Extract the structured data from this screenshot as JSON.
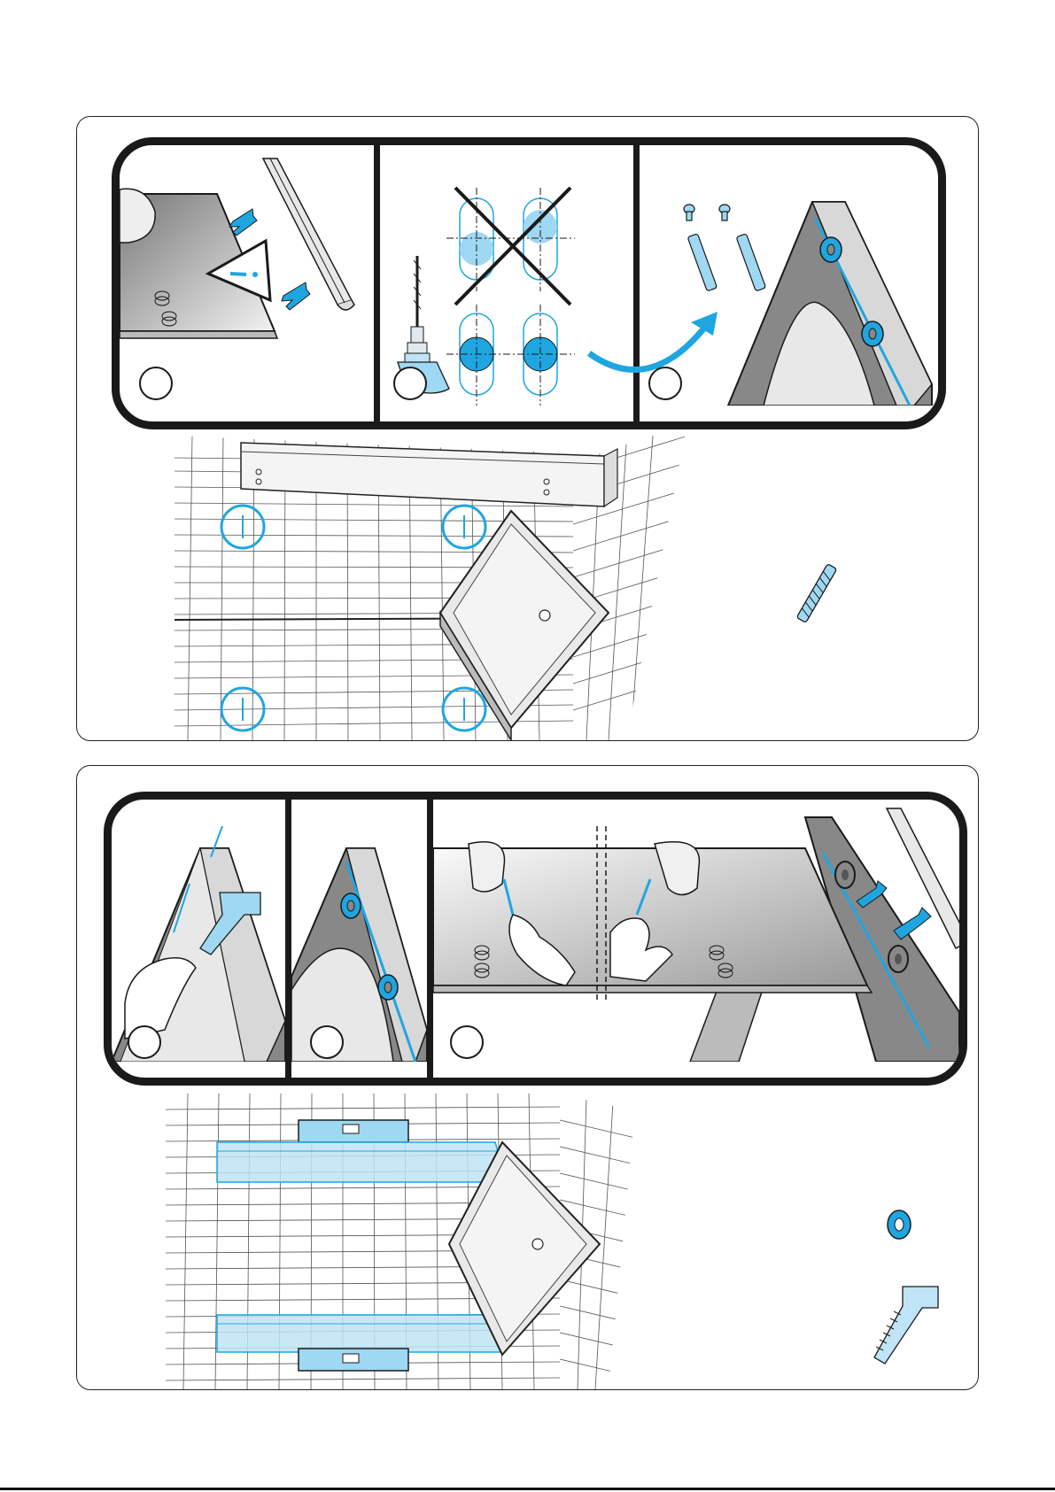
{
  "document": {
    "type": "installation instructions",
    "panels": [
      {
        "id": "panel-1",
        "steps": [
          {
            "number": "",
            "illustration": "seal-strip-insertion-with-warning"
          },
          {
            "number": "",
            "illustration": "drilling-hole-alignment"
          },
          {
            "number": "",
            "illustration": "wall-plug-insertion"
          }
        ],
        "parts": [
          "wall-plug"
        ]
      },
      {
        "id": "panel-2",
        "steps": [
          {
            "number": "",
            "illustration": "clip-attachment"
          },
          {
            "number": "",
            "illustration": "washer-placement"
          },
          {
            "number": "",
            "illustration": "profile-mounting"
          }
        ],
        "parts": [
          "washer",
          "clip"
        ]
      }
    ]
  },
  "colors": {
    "accent": "#1fa6e0",
    "accent_light": "#9fd8f2",
    "outline": "#1a1a1a",
    "grey": "#c8c8c8",
    "grey_dark": "#8a8a8a"
  },
  "icons": [
    "warning-icon",
    "arrow-icon",
    "cross-icon",
    "drill-icon"
  ]
}
